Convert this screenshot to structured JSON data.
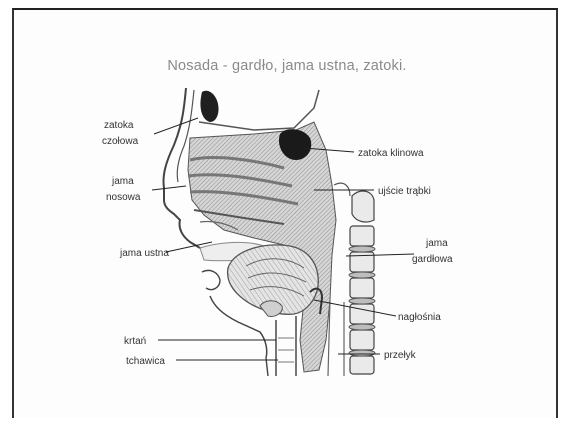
{
  "title": "Nosada - gardło, jama ustna, zatoki.",
  "labels": {
    "zatoka_czolowa_1": "zatoka",
    "zatoka_czolowa_2": "czołowa",
    "jama_nosowa_1": "jama",
    "jama_nosowa_2": "nosowa",
    "jama_ustna": "jama ustna",
    "krtan": "krtań",
    "tchawica": "tchawica",
    "zatoka_klinowa": "zatoka klinowa",
    "ujscie_trabki": "ujście trąbki",
    "jama_gardlowa_1": "jama",
    "jama_gardlowa_2": "gardłowa",
    "nagloskni": "nagłośnia",
    "przelyk": "przełyk"
  }
}
